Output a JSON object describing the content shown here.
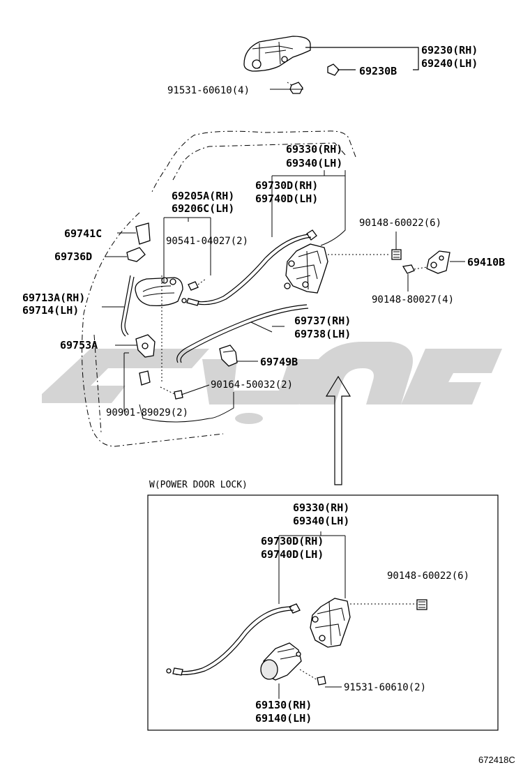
{
  "watermark": {
    "text": "",
    "color": "#d4d4d4"
  },
  "labels": {
    "handle_rh": "69230(RH)",
    "handle_lh": "69240(LH)",
    "handle_pad": "69230B",
    "screw_top": "91531-60610(4)",
    "lock_rh": "69330(RH)",
    "lock_lh": "69340(LH)",
    "rod_rh": "69730D(RH)",
    "rod_lh": "69740D(LH)",
    "inner_rh": "69205A(RH)",
    "inner_lh": "69206C(LH)",
    "bolt_inner": "90541-04027(2)",
    "screw_lock": "90148-60022(6)",
    "striker": "69410B",
    "screw_striker": "90148-80027(4)",
    "clip_c": "69741C",
    "clip_d": "69736D",
    "link_rh": "69713A(RH)",
    "link_lh": "69714(LH)",
    "button": "69753A",
    "rod2_rh": "69737(RH)",
    "rod2_lh": "69738(LH)",
    "clip_b": "69749B",
    "screw_bottom": "90164-50032(2)",
    "clip_bottom": "90901-89029(2)"
  },
  "power_lock": {
    "caption": "W(POWER DOOR LOCK)",
    "lock_rh": "69330(RH)",
    "lock_lh": "69340(LH)",
    "rod_rh": "69730D(RH)",
    "rod_lh": "69740D(LH)",
    "screw_lock": "90148-60022(6)",
    "screw_motor": "91531-60610(2)",
    "motor_rh": "69130(RH)",
    "motor_lh": "69140(LH)"
  },
  "diagram_ref": "672418C"
}
